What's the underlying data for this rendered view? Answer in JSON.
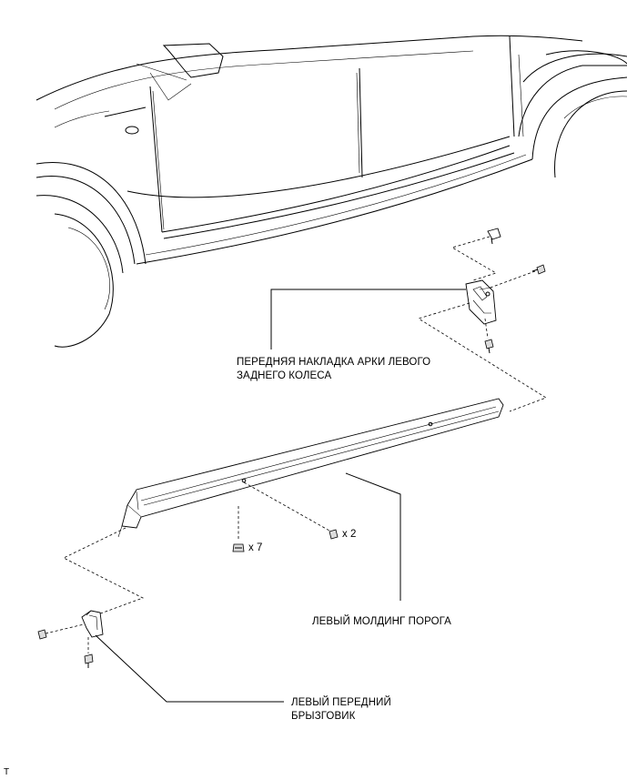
{
  "labels": {
    "rear_arch_cover": [
      "ПЕРЕДНЯЯ НАКЛАДКА АРКИ ЛЕВОГО",
      "ЗАДНЕГО КОЛЕСА"
    ],
    "rocker_molding": [
      "ЛЕВЫЙ МОЛДИНГ ПОРОГА"
    ],
    "mudguard": [
      "ЛЕВЫЙ ПЕРЕДНИЙ",
      "БРЫЗГОВИК"
    ]
  },
  "quantities": {
    "clip_count": "x 7",
    "screw_count": "x 2"
  },
  "corner_mark": "T"
}
